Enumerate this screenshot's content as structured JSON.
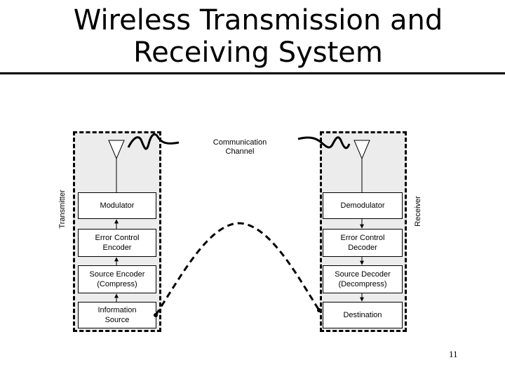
{
  "title": "Wireless Transmission and\nReceiving System",
  "channel_label": "Communication\nChannel",
  "transmitter": {
    "label": "Transmitter",
    "blocks": [
      "Modulator",
      "Error Control\nEncoder",
      "Source Encoder\n(Compress)",
      "Information\nSource"
    ]
  },
  "receiver": {
    "label": "Receiver",
    "blocks": [
      "Demodulator",
      "Error Control\nDecoder",
      "Source Decoder\n(Decompress)",
      "Destination"
    ]
  },
  "page_number": "11"
}
